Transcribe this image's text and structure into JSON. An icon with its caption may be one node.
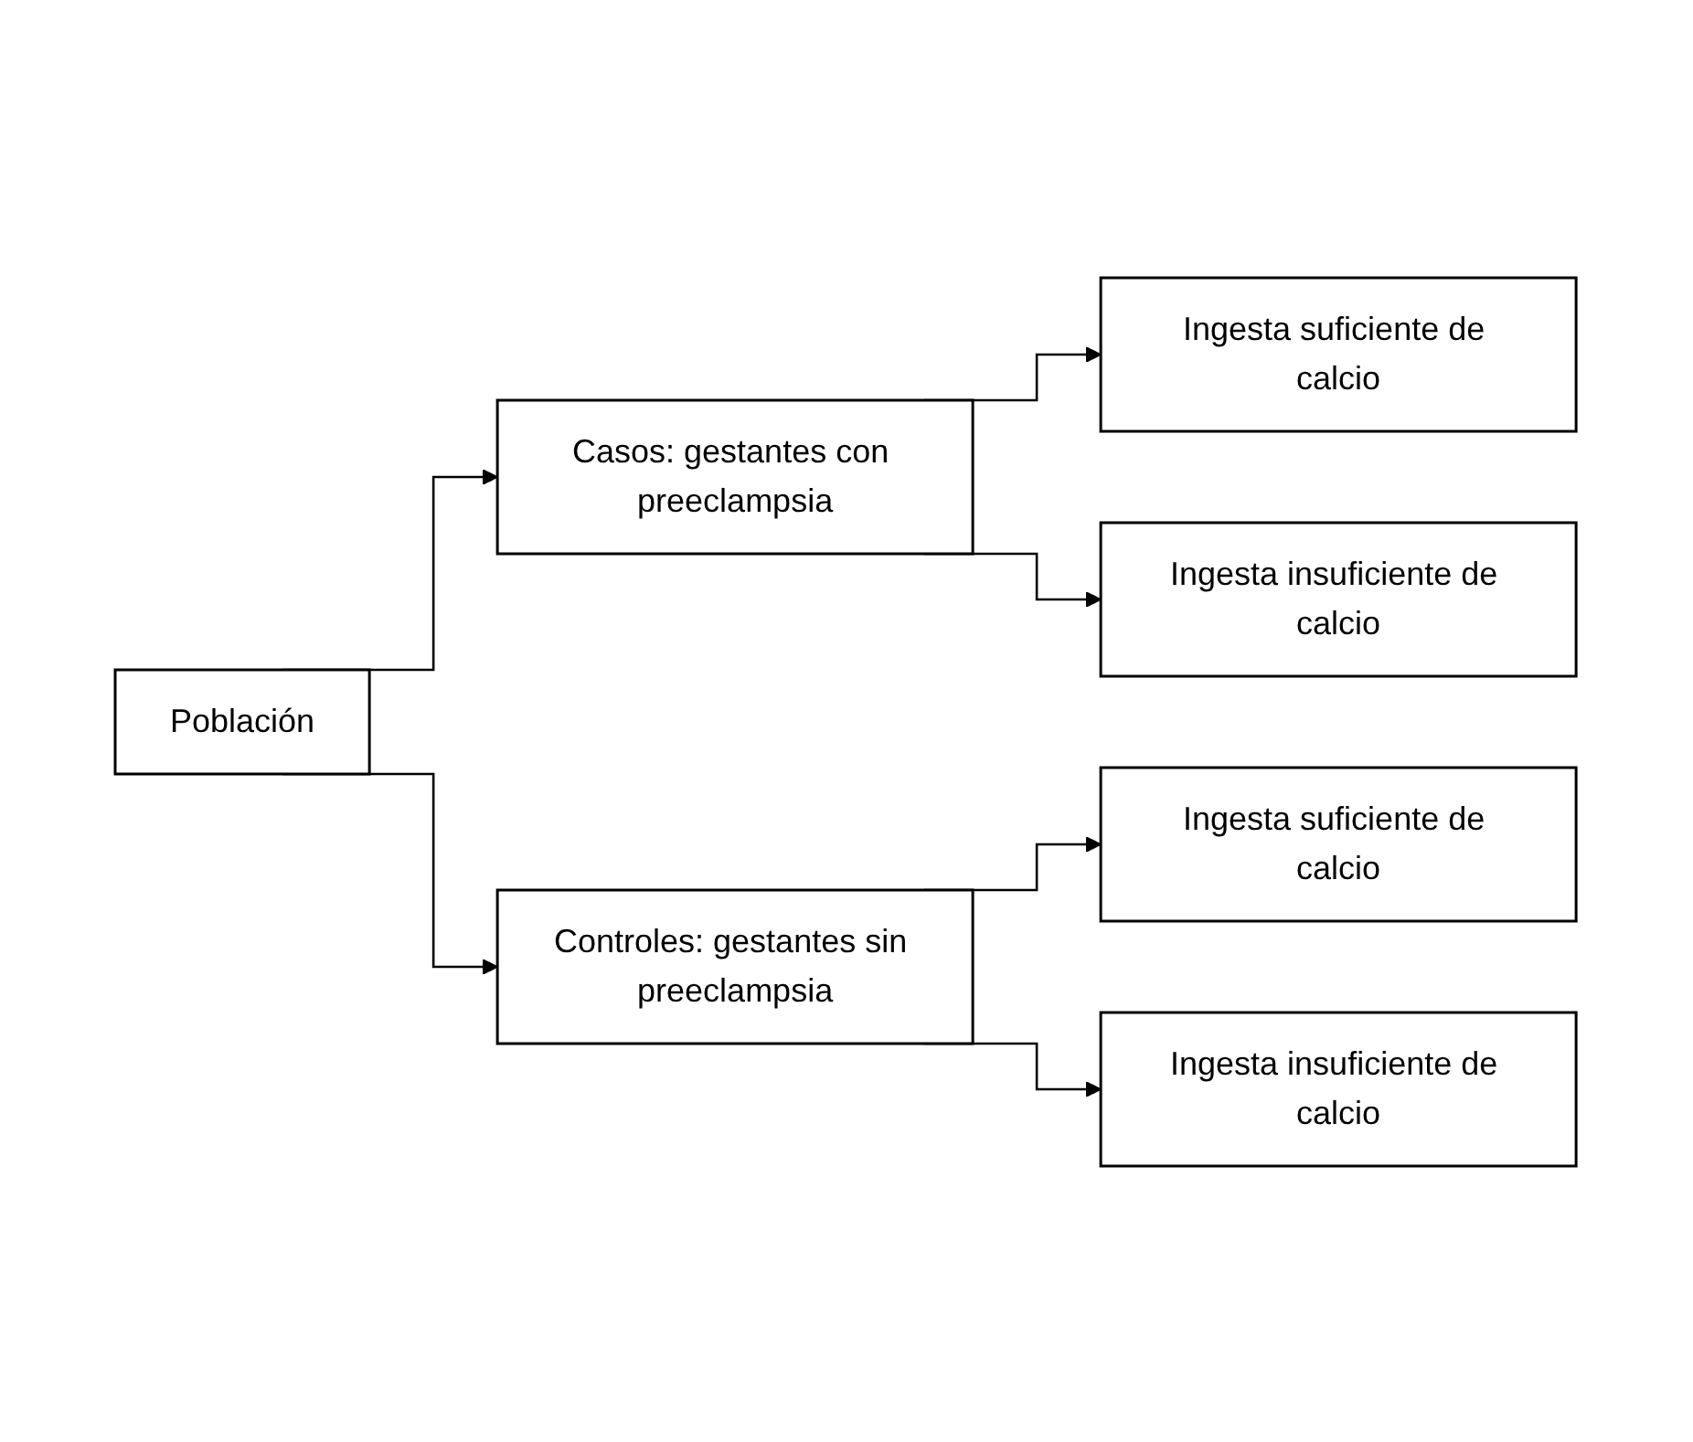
{
  "diagram": {
    "nodes": [
      {
        "text": [
          "Población"
        ]
      },
      {
        "text": [
          "Casos: gestantes con preeclampsia"
        ]
      },
      {
        "text": [
          "Controles: gestantes sin preeclampsia"
        ]
      },
      {
        "text": [
          "Ingesta suficiente de calcio"
        ]
      },
      {
        "text": [
          "Ingesta insuficiente de calcio"
        ]
      },
      {
        "text": [
          "Ingesta suficiente de calcio"
        ]
      },
      {
        "text": [
          "Ingesta insuficiente de calcio"
        ]
      }
    ],
    "edges": [
      {
        "from": 0,
        "to": 1,
        "arrow": "to"
      },
      {
        "from": 0,
        "to": 2,
        "arrow": "to"
      },
      {
        "from": 1,
        "to": 3,
        "arrow": "to"
      },
      {
        "from": 1,
        "to": 4,
        "arrow": "to"
      },
      {
        "from": 2,
        "to": 5,
        "arrow": "to"
      },
      {
        "from": 2,
        "to": 6,
        "arrow": "to"
      }
    ]
  }
}
